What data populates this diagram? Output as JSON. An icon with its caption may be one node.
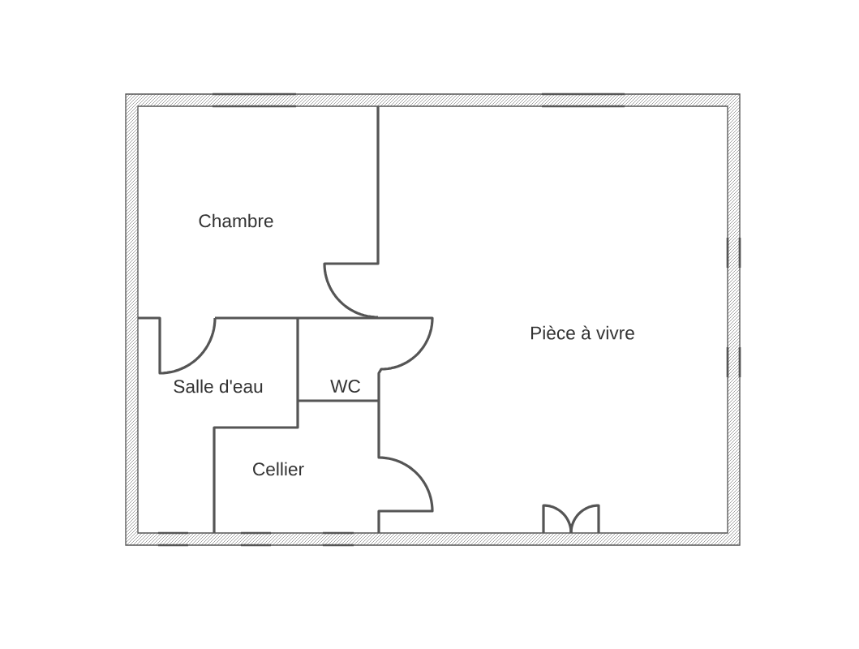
{
  "diagram": {
    "labels": [
      "Chambre",
      "Salle d'eau",
      "WC",
      "Cellier",
      "Pièce à vivre"
    ]
  }
}
